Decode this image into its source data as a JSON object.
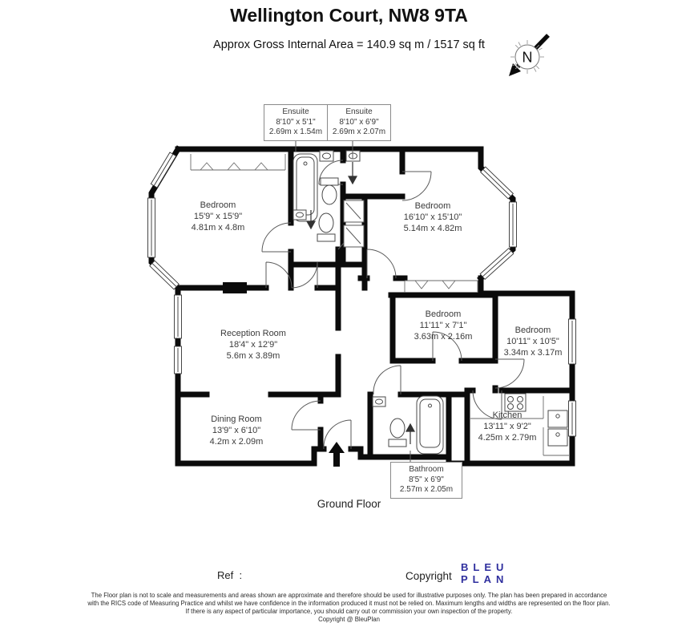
{
  "header": {
    "title": "Wellington Court, NW8 9TA",
    "subtitle": "Approx Gross Internal Area = 140.9 sq m / 1517 sq ft"
  },
  "compass": {
    "letter": "N"
  },
  "plan": {
    "floor_label": "Ground Floor",
    "wall_color": "#0b0b0b"
  },
  "rooms": [
    {
      "name": "Ensuite",
      "imperial": "8'10\" x 5'1\"",
      "metric": "2.69m x 1.54m"
    },
    {
      "name": "Ensuite",
      "imperial": "8'10\" x 6'9\"",
      "metric": "2.69m x 2.07m"
    },
    {
      "name": "Bedroom",
      "imperial": "15'9\" x 15'9\"",
      "metric": "4.81m x 4.8m"
    },
    {
      "name": "Bedroom",
      "imperial": "16'10\" x 15'10\"",
      "metric": "5.14m x 4.82m"
    },
    {
      "name": "Reception Room",
      "imperial": "18'4\" x 12'9\"",
      "metric": "5.6m x 3.89m"
    },
    {
      "name": "Bedroom",
      "imperial": "11'11\" x 7'1\"",
      "metric": "3.63m x 2.16m"
    },
    {
      "name": "Bedroom",
      "imperial": "10'11\" x 10'5\"",
      "metric": "3.34m x 3.17m"
    },
    {
      "name": "Dining Room",
      "imperial": "13'9\" x 6'10\"",
      "metric": "4.2m x 2.09m"
    },
    {
      "name": "Kitchen",
      "imperial": "13'11\" x 9'2\"",
      "metric": "4.25m x 2.79m"
    },
    {
      "name": "Bathroom",
      "imperial": "8'5\" x 6'9\"",
      "metric": "2.57m x 2.05m"
    }
  ],
  "footer": {
    "ref_label": "Ref  :",
    "copyright_label": "Copyright",
    "logo": {
      "line1": "BLEU",
      "line2": "PLAN",
      "color": "#2F2F9E"
    },
    "disclaimer_lines": [
      "The Floor plan is not to scale and measurements and areas shown are approximate and therefore should be used for illustrative purposes only. The plan has been prepared in accordance",
      "with the RICS code of Measuring Practice and whilst we have confidence in the information produced it must not be relied on. Maximum lengths and widths are represented on the floor plan.",
      "If there is any aspect of particular importance, you should carry out or commission your own inspection of the property.",
      "Copyright @ BleuPlan"
    ]
  }
}
